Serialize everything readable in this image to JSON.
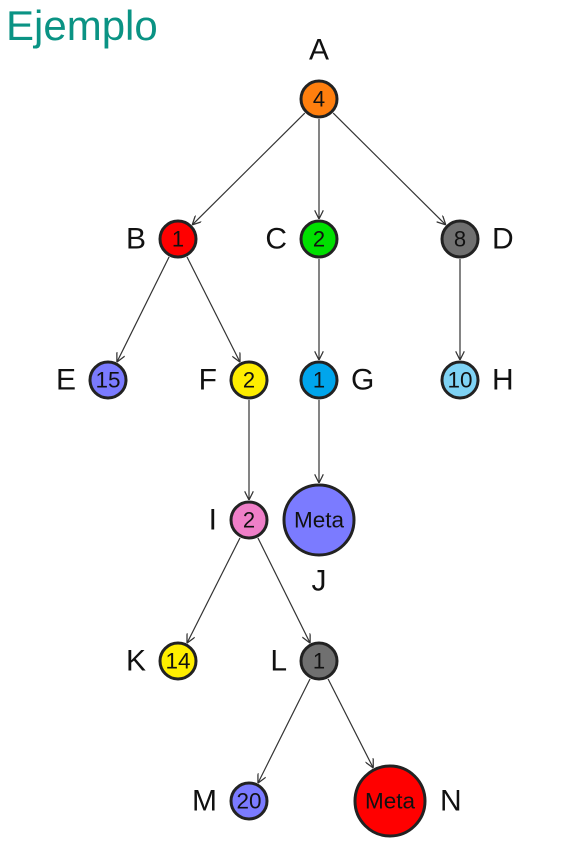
{
  "title": "Ejemplo",
  "nodes": [
    {
      "id": "A",
      "label": "A",
      "value": "4",
      "color": "#ff7f0e"
    },
    {
      "id": "B",
      "label": "B",
      "value": "1",
      "color": "#ff0000"
    },
    {
      "id": "C",
      "label": "C",
      "value": "2",
      "color": "#00e000"
    },
    {
      "id": "D",
      "label": "D",
      "value": "8",
      "color": "#707070"
    },
    {
      "id": "E",
      "label": "E",
      "value": "15",
      "color": "#7b7bff"
    },
    {
      "id": "F",
      "label": "F",
      "value": "2",
      "color": "#ffee00"
    },
    {
      "id": "G",
      "label": "G",
      "value": "1",
      "color": "#00a5ec"
    },
    {
      "id": "H",
      "label": "H",
      "value": "10",
      "color": "#7fd3f5"
    },
    {
      "id": "I",
      "label": "I",
      "value": "2",
      "color": "#ef7fc8"
    },
    {
      "id": "J",
      "label": "J",
      "value": "Meta",
      "color": "#7b7bff"
    },
    {
      "id": "K",
      "label": "K",
      "value": "14",
      "color": "#ffee00"
    },
    {
      "id": "L",
      "label": "L",
      "value": "1",
      "color": "#707070"
    },
    {
      "id": "M",
      "label": "M",
      "value": "20",
      "color": "#7b7bff"
    },
    {
      "id": "N",
      "label": "N",
      "value": "Meta",
      "color": "#ff0000"
    }
  ],
  "edges": [
    [
      "A",
      "B"
    ],
    [
      "A",
      "C"
    ],
    [
      "A",
      "D"
    ],
    [
      "B",
      "E"
    ],
    [
      "B",
      "F"
    ],
    [
      "C",
      "G"
    ],
    [
      "D",
      "H"
    ],
    [
      "F",
      "I"
    ],
    [
      "G",
      "J"
    ],
    [
      "I",
      "K"
    ],
    [
      "I",
      "L"
    ],
    [
      "L",
      "M"
    ],
    [
      "L",
      "N"
    ]
  ]
}
